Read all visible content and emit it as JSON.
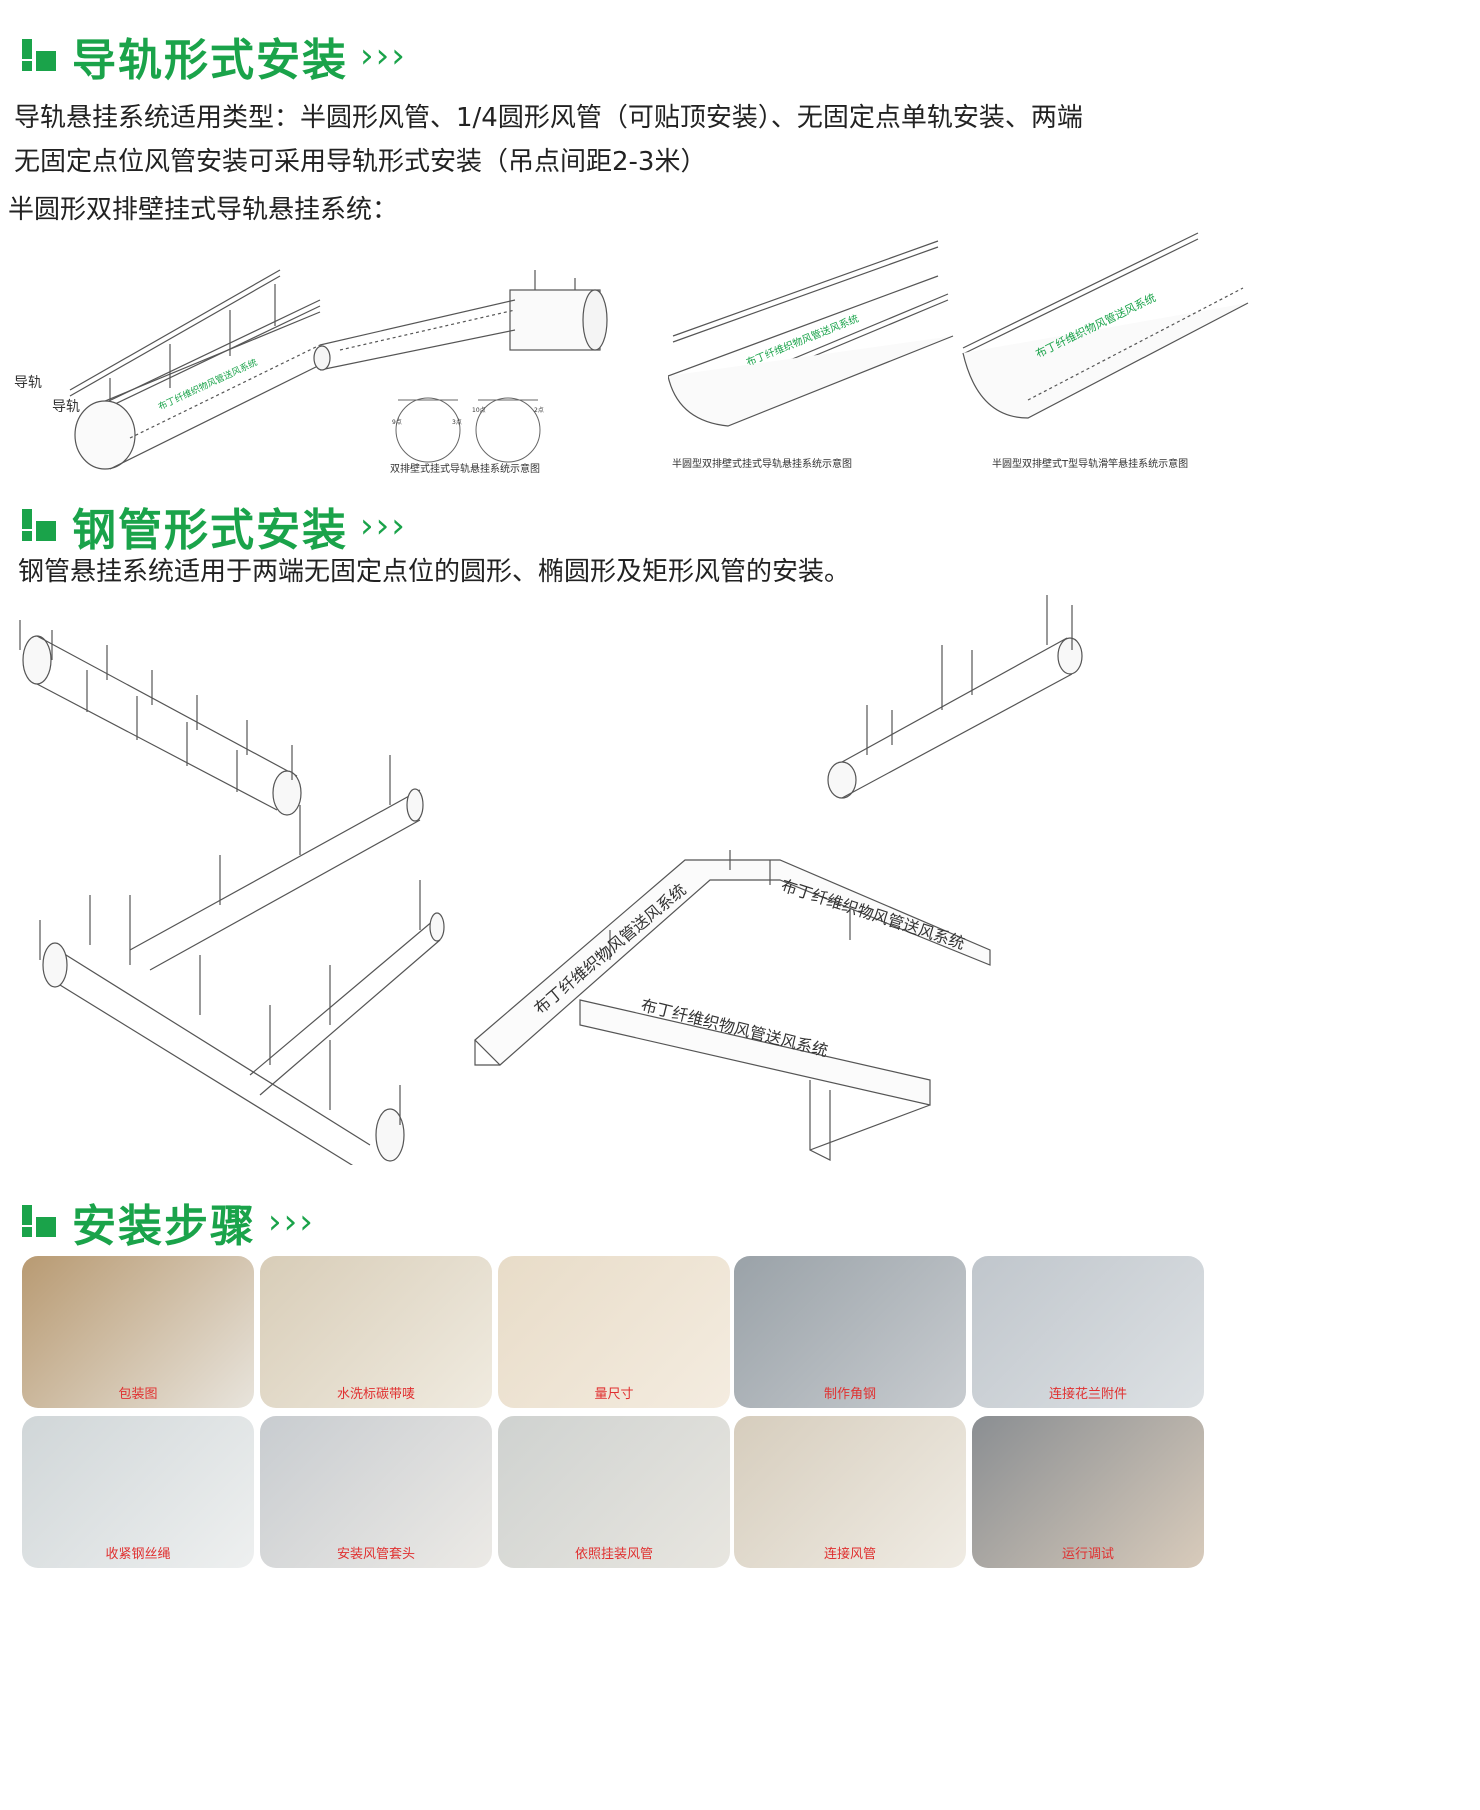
{
  "sections": [
    {
      "title": "导轨形式安装",
      "arrows": "›››"
    },
    {
      "title": "钢管形式安装",
      "arrows": "›››"
    },
    {
      "title": "安装步骤",
      "arrows": "›››"
    }
  ],
  "rail": {
    "line1": "导轨悬挂系统适用类型：半圆形风管、1/4圆形风管（可贴顶安装）、无固定点单轨安装、两端",
    "line2": "无固定点位风管安装可采用导轨形式安装（吊点间距2-3米）",
    "subtitle": "半圆形双排壁挂式导轨悬挂系统：",
    "label_rail_1": "导轨",
    "label_rail_2": "导轨",
    "brand_small": "布丁纤维织物风管送风系统",
    "caption_1": "双排壁式挂式导轨悬挂系统示意图",
    "caption_2": "半圆型双排壁式挂式导轨悬挂系统示意图",
    "caption_3": "半圆型双排壁式T型导轨滑竿悬挂系统示意图",
    "circle_left_a": "9点",
    "circle_left_b": "3点",
    "circle_right_a": "10点",
    "circle_right_b": "2点"
  },
  "pipe": {
    "line1": "钢管悬挂系统适用于两端无固定点位的圆形、椭圆形及矩形风管的安装。",
    "brand": "布丁纤维织物风管送风系统"
  },
  "steps": [
    {
      "label": "包装图",
      "bg1": "#b89a72",
      "bg2": "#e8e4dc"
    },
    {
      "label": "水洗标碳带唛",
      "bg1": "#d8cdb8",
      "bg2": "#f0ebe0"
    },
    {
      "label": "量尺寸",
      "bg1": "#e8dcc8",
      "bg2": "#f4ece0"
    },
    {
      "label": "制作角钢",
      "bg1": "#9aa2a8",
      "bg2": "#c8ccd0"
    },
    {
      "label": "连接花兰附件",
      "bg1": "#c0c6cc",
      "bg2": "#dde1e4"
    },
    {
      "label": "收紧钢丝绳",
      "bg1": "#d0d6d8",
      "bg2": "#eef0f0"
    },
    {
      "label": "安装风管套头",
      "bg1": "#c8ccd0",
      "bg2": "#eceae6"
    },
    {
      "label": "依照挂装风管",
      "bg1": "#cfd2d0",
      "bg2": "#e8e6e0"
    },
    {
      "label": "连接风管",
      "bg1": "#d6cdbd",
      "bg2": "#f0ece4"
    },
    {
      "label": "运行调试",
      "bg1": "#8a8e92",
      "bg2": "#d8cbbb"
    }
  ]
}
